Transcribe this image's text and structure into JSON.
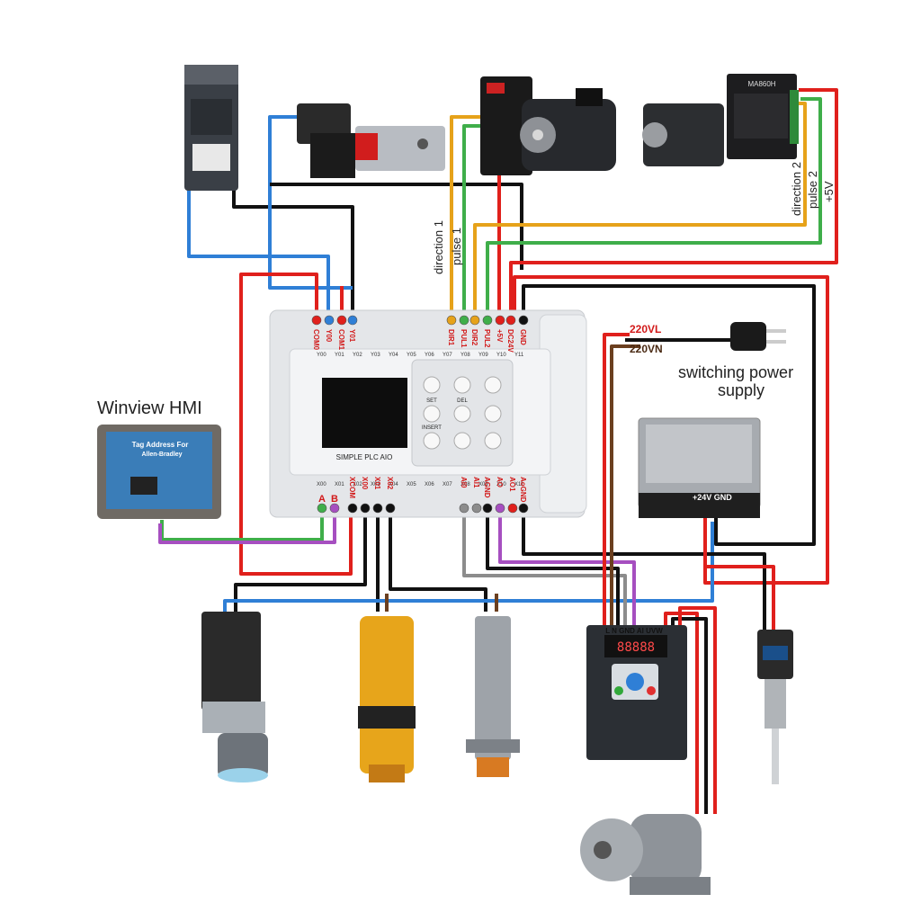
{
  "hmi": {
    "title": "Winview HMI",
    "screen_line1": "Tag Address For",
    "screen_line2": "Allen-Bradley"
  },
  "plc": {
    "name": "SIMPLE PLC AIO",
    "top_terminals": [
      "COM0",
      "Y00",
      "COM1",
      "Y01",
      "DIR1",
      "PUL1",
      "DIR2",
      "PUL2",
      "+5V",
      "DC24V",
      "GND"
    ],
    "top_output_row": [
      "Y00",
      "Y01",
      "Y02",
      "Y03",
      "Y04",
      "Y05",
      "Y06",
      "Y07",
      "Y08",
      "Y09",
      "Y10",
      "Y11"
    ],
    "bottom_input_row": [
      "X00",
      "X01",
      "X02",
      "X03",
      "X04",
      "X05",
      "X06",
      "X07",
      "X08",
      "X09",
      "X10",
      "X11"
    ],
    "bottom_terminals": [
      "A",
      "B",
      "XCOM",
      "X00",
      "X01",
      "X02",
      "AI0",
      "AGND",
      "AI1",
      "AO",
      "AoGND",
      "AO1"
    ],
    "keys": [
      "SET",
      "DEL",
      "INSERT"
    ]
  },
  "signals": {
    "direction1": "direction 1",
    "pulse1": "pulse 1",
    "direction2": "direction 2",
    "pulse2": "pulse 2",
    "plus5v": "+5V"
  },
  "power": {
    "title_line1": "switching power",
    "title_line2": "supply",
    "l_label": "220VL",
    "n_label": "220VN",
    "out_label": "+24V GND"
  },
  "vfd": {
    "terminals": "L N GND AI UVW",
    "display": "88888"
  },
  "stepper_driver": {
    "model": "MA860H"
  },
  "colors": {
    "red": "#e0201c",
    "black": "#111111",
    "blue": "#2f7fd6",
    "orange": "#e6a21a",
    "green": "#3fae4a",
    "purple": "#a64fc0",
    "gray": "#8c8c8c",
    "brown": "#6b3f1f"
  }
}
